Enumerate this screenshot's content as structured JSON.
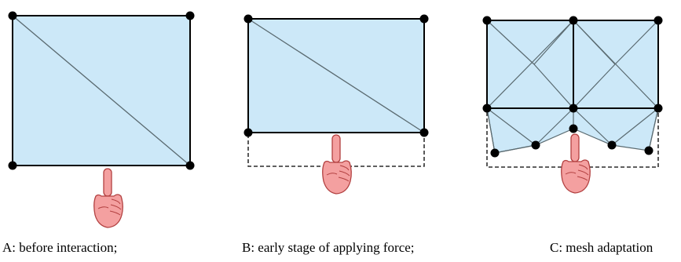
{
  "panels": [
    {
      "id": "A",
      "caption": "A: before interaction;"
    },
    {
      "id": "B",
      "caption": "B: early stage of applying force;"
    },
    {
      "id": "C",
      "caption": "C: mesh adaptation"
    }
  ],
  "colors": {
    "fill": "#cce8f8",
    "edge": "#000000",
    "diagonal": "#5a6a70",
    "node": "#000000",
    "hand_skin": "#f4a0a0",
    "hand_outline": "#b24040"
  },
  "icons": {
    "pointer": "pointing-finger-icon"
  }
}
